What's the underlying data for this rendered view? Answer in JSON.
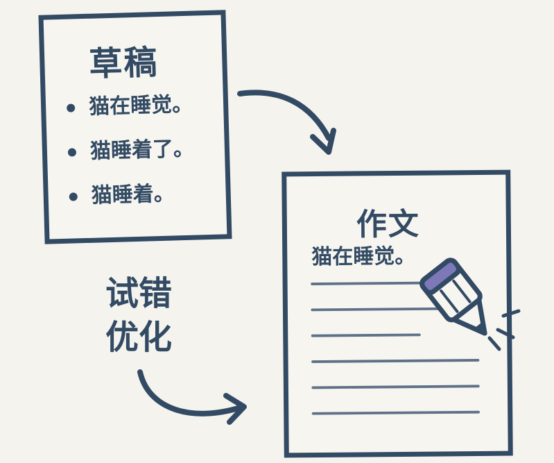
{
  "colors": {
    "background": "#f5f3ee",
    "ink": "#324a63",
    "accent": "#7d78b8",
    "line": "#5d7188"
  },
  "draft": {
    "title": "草稿",
    "items": [
      "猫在睡觉。",
      "猫睡着了。",
      "猫睡着。"
    ]
  },
  "essay": {
    "title": "作文",
    "text": "猫在睡觉。"
  },
  "process": {
    "line1": "试错",
    "line2": "优化"
  },
  "icons": {
    "pencil": "pencil-icon",
    "arrow_top": "curved-arrow-icon",
    "arrow_bottom": "curved-arrow-icon"
  }
}
